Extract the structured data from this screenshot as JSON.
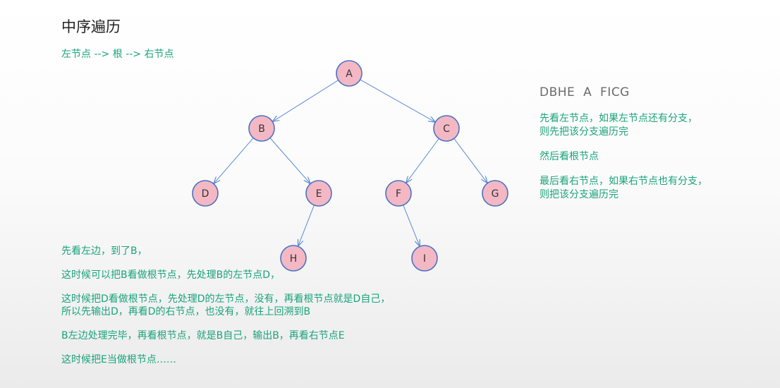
{
  "title": "中序遍历",
  "order_rule": "左节点 --> 根 --> 右节点",
  "tree": {
    "nodes": [
      {
        "id": "A",
        "label": "A"
      },
      {
        "id": "B",
        "label": "B"
      },
      {
        "id": "C",
        "label": "C"
      },
      {
        "id": "D",
        "label": "D"
      },
      {
        "id": "E",
        "label": "E"
      },
      {
        "id": "F",
        "label": "F"
      },
      {
        "id": "G",
        "label": "G"
      },
      {
        "id": "H",
        "label": "H"
      },
      {
        "id": "I",
        "label": "I"
      }
    ],
    "edges": [
      [
        "A",
        "B"
      ],
      [
        "A",
        "C"
      ],
      [
        "B",
        "D"
      ],
      [
        "B",
        "E"
      ],
      [
        "C",
        "F"
      ],
      [
        "C",
        "G"
      ],
      [
        "E",
        "H"
      ],
      [
        "F",
        "I"
      ]
    ],
    "colors": {
      "node_fill": "#f4b8c4",
      "node_stroke": "#4a72c4",
      "edge": "#5b8bd6"
    }
  },
  "right_panel": {
    "sequence": "DBHE  A  FICG",
    "steps": [
      {
        "lines": [
          "先看左节点，如果左节点还有分支，",
          "则先把该分支遍历完"
        ]
      },
      {
        "lines": [
          "然后看根节点"
        ]
      },
      {
        "lines": [
          "最后看右节点，如果右节点也有分支，",
          "则把该分支遍历完"
        ]
      }
    ]
  },
  "explanation": [
    {
      "lines": [
        "先看左边，到了B，"
      ]
    },
    {
      "lines": [
        "这时候可以把B看做根节点，先处理B的左节点D，"
      ]
    },
    {
      "lines": [
        "这时候把D看做根节点，先处理D的左节点，没有，再看根节点就是D自己，",
        "所以先输出D，再看D的右节点，也没有，就往上回溯到B"
      ]
    },
    {
      "lines": [
        "B左边处理完毕，再看根节点，就是B自己，输出B，再看右节点E"
      ]
    },
    {
      "lines": [
        "这时候把E当做根节点……"
      ]
    }
  ],
  "colors": {
    "accent_text": "#1aa37a",
    "title_text": "#222222",
    "sequence_text": "#6b6b6b"
  }
}
